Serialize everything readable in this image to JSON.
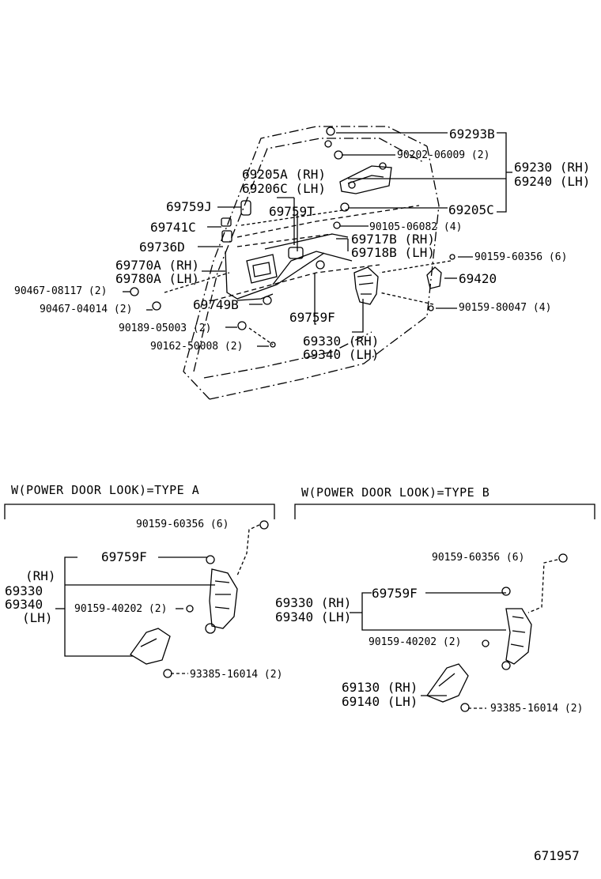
{
  "labels": {
    "p69293B": "69293B",
    "p90202": "90202-06009 (2)",
    "p69230": "69230 (RH)",
    "p69240": "69240 (LH)",
    "p69205A": "69205A (RH)",
    "p69206C": "69206C (LH)",
    "p69759J": "69759J",
    "p69759T": "69759T",
    "p69205C": "69205C",
    "p69741C": "69741C",
    "p90105": "90105-06082 (4)",
    "p69736D": "69736D",
    "p69717B": "69717B (RH)",
    "p69718B": "69718B (LH)",
    "p90159_60356_top": "90159-60356 (6)",
    "p69770A": "69770A (RH)",
    "p69780A": "69780A (LH)",
    "p69420": "69420",
    "p90467_08117": "90467-08117 (2)",
    "p90467_04014": "90467-04014 (2)",
    "p69749B": "69749B",
    "p90159_80047": "90159-80047 (4)",
    "p69759F_top": "69759F",
    "p90189": "90189-05003 (2)",
    "p69330_top": "69330 (RH)",
    "p90162": "90162-50008 (2)",
    "p69340_top": "69340 (LH)"
  },
  "typeA": {
    "header": "W(POWER DOOR LOOK)=TYPE A",
    "p90159_60356": "90159-60356 (6)",
    "p69759F": "69759F",
    "rh": "(RH)",
    "p69330": "69330",
    "p69340": "69340",
    "lh": "(LH)",
    "p90159_40202": "90159-40202 (2)",
    "p93385": "93385-16014 (2)"
  },
  "typeB": {
    "header": "W(POWER DOOR LOOK)=TYPE B",
    "p90159_60356": "90159-60356 (6)",
    "p69759F": "69759F",
    "p69330": "69330 (RH)",
    "p69340": "69340 (LH)",
    "p90159_40202": "90159-40202 (2)",
    "p69130": "69130 (RH)",
    "p69140": "69140 (LH)",
    "p93385": "93385-16014 (2)"
  },
  "figure_number": "671957"
}
